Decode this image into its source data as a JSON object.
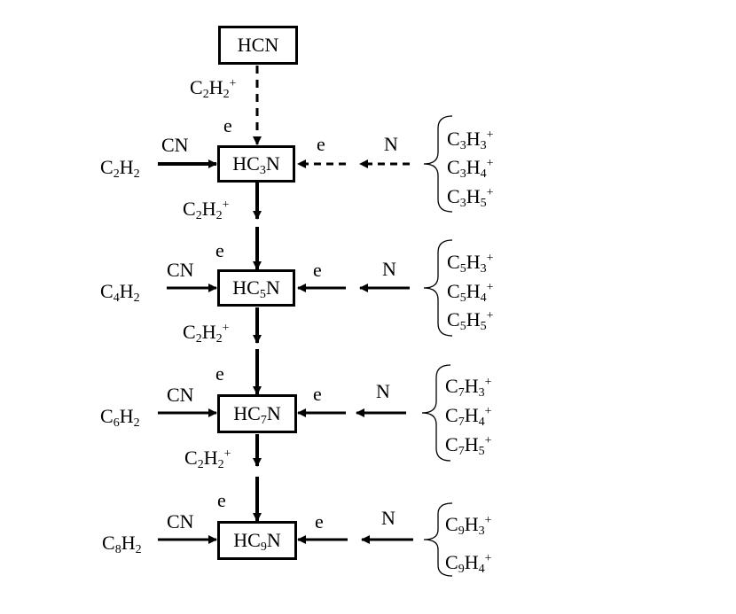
{
  "nodes": {
    "hcn": "HCN",
    "hc3n": [
      "HC",
      "3",
      "N"
    ],
    "hc5n": [
      "HC",
      "5",
      "N"
    ],
    "hc7n": [
      "HC",
      "7",
      "N"
    ],
    "hc9n": [
      "HC",
      "9",
      "N"
    ]
  },
  "labels": {
    "e": "e",
    "cn": "CN",
    "n": "N",
    "c2h2_plus": [
      "C",
      "2",
      "H",
      "2",
      "+"
    ]
  },
  "reactants": {
    "c2h2": [
      "C",
      "2",
      "H",
      "2"
    ],
    "c4h2": [
      "C",
      "4",
      "H",
      "2"
    ],
    "c6h2": [
      "C",
      "6",
      "H",
      "2"
    ],
    "c8h2": [
      "C",
      "8",
      "H",
      "2"
    ]
  },
  "ions": {
    "row1": [
      [
        "C",
        "3",
        "H",
        "3",
        "+"
      ],
      [
        "C",
        "3",
        "H",
        "4",
        "+"
      ],
      [
        "C",
        "3",
        "H",
        "5",
        "+"
      ]
    ],
    "row2": [
      [
        "C",
        "5",
        "H",
        "3",
        "+"
      ],
      [
        "C",
        "5",
        "H",
        "4",
        "+"
      ],
      [
        "C",
        "5",
        "H",
        "5",
        "+"
      ]
    ],
    "row3": [
      [
        "C",
        "7",
        "H",
        "3",
        "+"
      ],
      [
        "C",
        "7",
        "H",
        "4",
        "+"
      ],
      [
        "C",
        "7",
        "H",
        "5",
        "+"
      ]
    ],
    "row4": [
      [
        "C",
        "9",
        "H",
        "3",
        "+"
      ],
      [
        "C",
        "9",
        "H",
        "4",
        "+"
      ]
    ]
  }
}
